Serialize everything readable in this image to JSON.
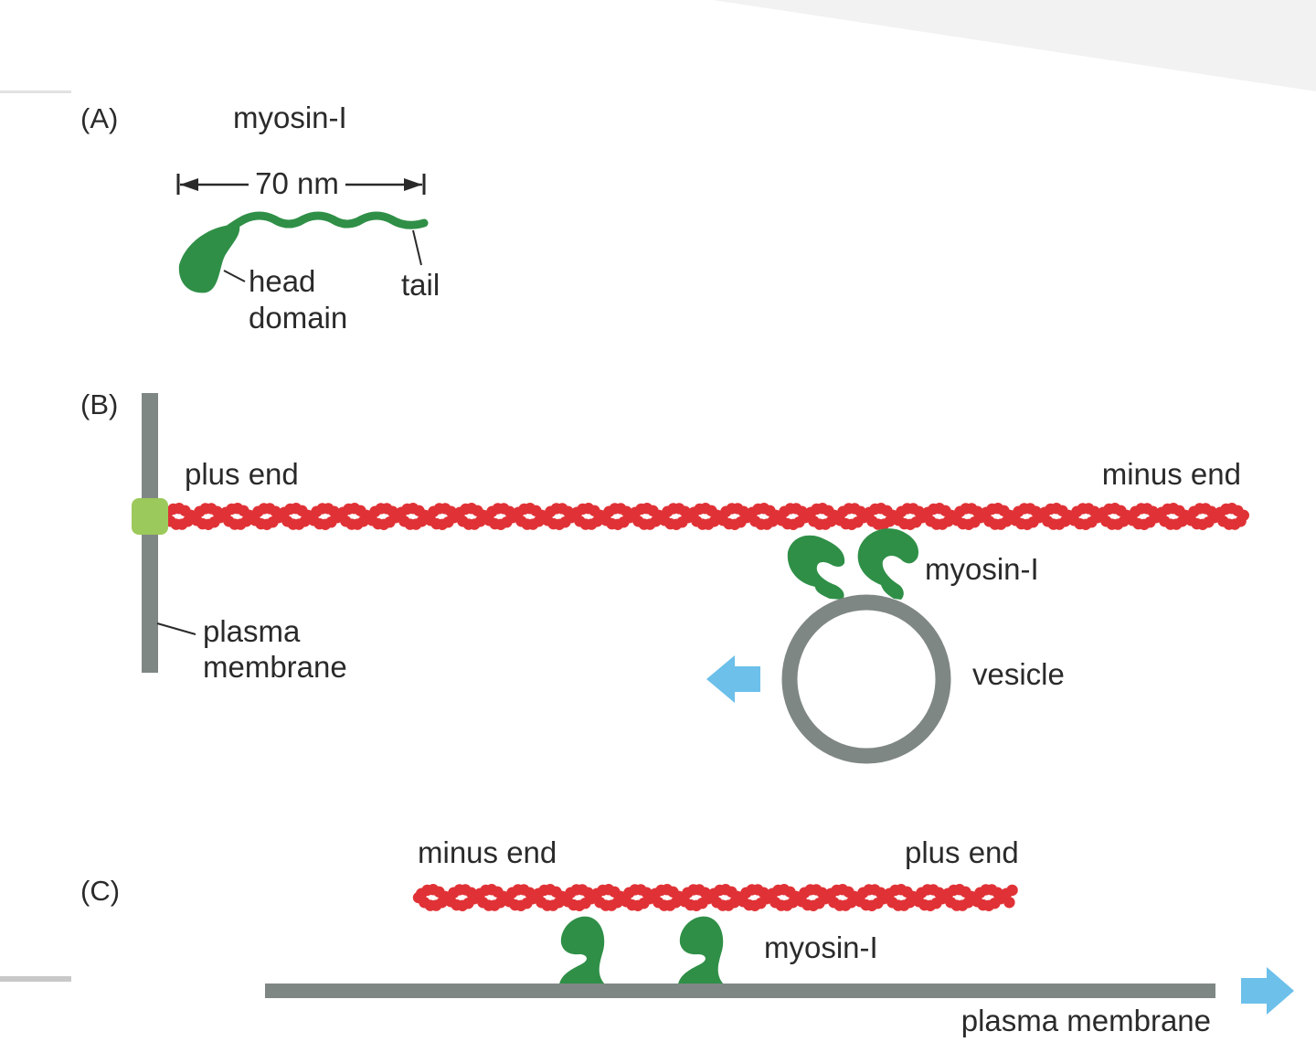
{
  "panel_a": {
    "letter": "(A)",
    "title": "myosin-I",
    "scale": "70 nm",
    "head_label_line1": "head",
    "head_label_line2": "domain",
    "tail_label": "tail"
  },
  "panel_b": {
    "letter": "(B)",
    "plus_end": "plus end",
    "minus_end": "minus end",
    "myosin": "myosin-I",
    "membrane_line1": "plasma",
    "membrane_line2": "membrane",
    "vesicle": "vesicle"
  },
  "panel_c": {
    "letter": "(C)",
    "minus_end": "minus end",
    "plus_end": "plus end",
    "myosin": "myosin-I",
    "membrane": "plasma membrane"
  },
  "colors": {
    "actin": "#e03236",
    "myosin": "#2f8f47",
    "membrane": "#7f8785",
    "cap": "#9cc95b",
    "arrow": "#6cc0ea"
  }
}
